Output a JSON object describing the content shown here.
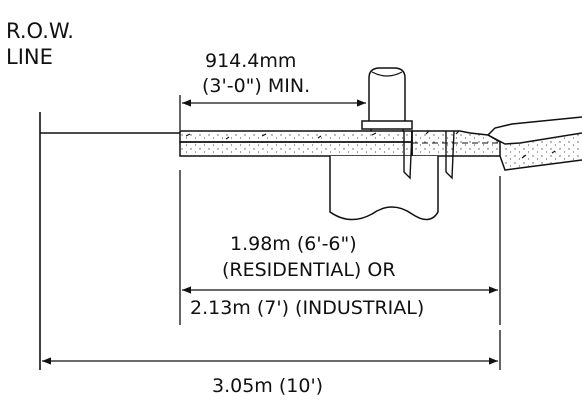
{
  "labels": {
    "row_line_1": "R.O.W.",
    "row_line_2": "LINE",
    "dim_min_metric": "914.4mm",
    "dim_min_imperial": "(3'-0\") MIN.",
    "dim_res_1": "1.98m (6'-6\")",
    "dim_res_2": "(RESIDENTIAL) OR",
    "dim_ind": "2.13m (7') (INDUSTRIAL)",
    "dim_total": "3.05m (10')"
  },
  "colors": {
    "ink": "#111111",
    "stipple": "#555555",
    "background": "#ffffff"
  }
}
